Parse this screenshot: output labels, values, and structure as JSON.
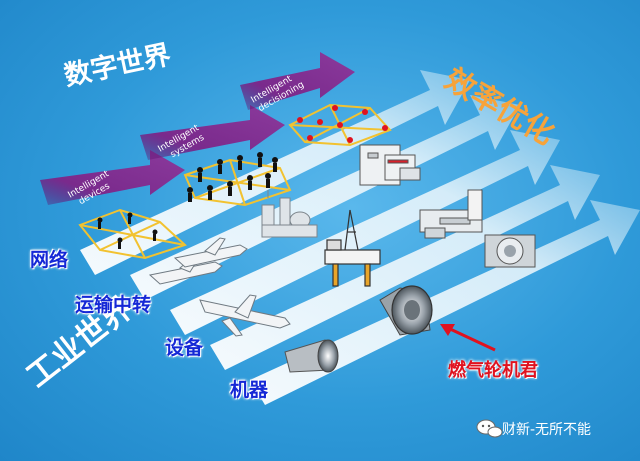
{
  "top_arrows": [
    {
      "line1": "Intelligent",
      "line2": "devices"
    },
    {
      "line1": "Intelligent",
      "line2": "systems"
    },
    {
      "line1": "Intelligent",
      "line2": "decisioning"
    }
  ],
  "labels": {
    "digital_world": "数字世界",
    "industrial_world": "工业世界",
    "efficiency": "效率优化",
    "network": "网络",
    "transport": "运输中转",
    "equipment": "设备",
    "machine": "机器",
    "gas_turbine": "燃气轮机君"
  },
  "watermark": {
    "text": "财新-无所不能"
  },
  "colors": {
    "background": "#2f9ad9",
    "arrow_purple": "#7a2a8c",
    "label_blue": "#1528d6",
    "label_orange": "#f7a33a",
    "label_red": "#e0121f",
    "network_yellow": "#f2c230",
    "network_nodes": "#e0121f"
  },
  "icons": [
    "people-network-icon",
    "refinery-icon",
    "oil-rig-icon",
    "airplane-icon",
    "jet-engine-icon",
    "gas-turbine-icon",
    "hospital-bed-icon",
    "factory-icon",
    "fan-blower-icon",
    "speech-bubble-icon"
  ]
}
